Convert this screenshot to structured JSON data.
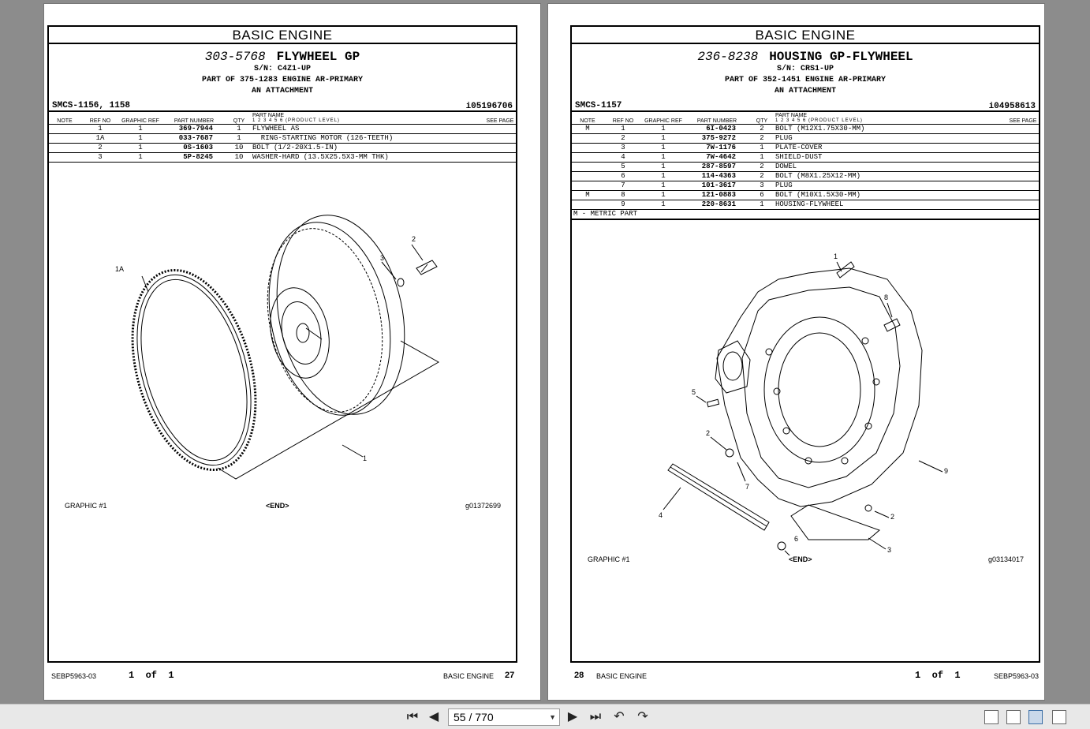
{
  "left_page": {
    "section_title": "BASIC ENGINE",
    "group_number": "303-5768",
    "group_name": "FLYWHEEL GP",
    "serial": "S/N: C4Z1-UP",
    "part_of": "PART OF 375-1283 ENGINE AR-PRIMARY",
    "attachment": "AN ATTACHMENT",
    "smcs": "SMCS-1156, 1158",
    "illustration_id": "i05196706",
    "columns": {
      "note": "NOTE",
      "ref": "REF NO",
      "graphic": "GRAPHIC REF",
      "part_number": "PART NUMBER",
      "qty": "QTY",
      "part_name": "PART NAME",
      "levels": "1 2 3 4 5 6 (PRODUCT LEVEL)",
      "see": "SEE PAGE"
    },
    "rows": [
      {
        "note": "",
        "ref": "1",
        "graphic": "1",
        "part_number": "369-7944",
        "qty": "1",
        "name": "FLYWHEEL AS"
      },
      {
        "note": "",
        "ref": "1A",
        "graphic": "1",
        "part_number": "033-7687",
        "qty": "1",
        "name": "  RING-STARTING MOTOR (126-TEETH)"
      },
      {
        "note": "",
        "ref": "2",
        "graphic": "1",
        "part_number": "0S-1603",
        "qty": "10",
        "name": "BOLT (1/2-20X1.5-IN)"
      },
      {
        "note": "",
        "ref": "3",
        "graphic": "1",
        "part_number": "5P-8245",
        "qty": "10",
        "name": "WASHER-HARD (13.5X25.5X3-MM THK)"
      }
    ],
    "callouts": {
      "c1": "1",
      "c1a": "1A",
      "c2": "2",
      "c3": "3"
    },
    "graphic_label": "GRAPHIC #1",
    "end_label": "<END>",
    "graphic_id": "g01372699",
    "doc_id": "SEBP5963-03",
    "page_of_1": "1",
    "page_of_word": "of",
    "page_of_2": "1",
    "footer_section": "BASIC ENGINE",
    "page_number": "27"
  },
  "right_page": {
    "section_title": "BASIC ENGINE",
    "group_number": "236-8238",
    "group_name": "HOUSING GP-FLYWHEEL",
    "serial": "S/N: CRS1-UP",
    "part_of": "PART OF 352-1451 ENGINE AR-PRIMARY",
    "attachment": "AN ATTACHMENT",
    "smcs": "SMCS-1157",
    "illustration_id": "i04958613",
    "columns": {
      "note": "NOTE",
      "ref": "REF NO",
      "graphic": "GRAPHIC REF",
      "part_number": "PART NUMBER",
      "qty": "QTY",
      "part_name": "PART NAME",
      "levels": "1 2 3 4 5 6 (PRODUCT LEVEL)",
      "see": "SEE PAGE"
    },
    "rows": [
      {
        "note": "M",
        "ref": "1",
        "graphic": "1",
        "part_number": "6I-0423",
        "qty": "2",
        "name": "BOLT (M12X1.75X30-MM)"
      },
      {
        "note": "",
        "ref": "2",
        "graphic": "1",
        "part_number": "375-9272",
        "qty": "2",
        "name": "PLUG"
      },
      {
        "note": "",
        "ref": "3",
        "graphic": "1",
        "part_number": "7W-1176",
        "qty": "1",
        "name": "PLATE-COVER"
      },
      {
        "note": "",
        "ref": "4",
        "graphic": "1",
        "part_number": "7W-4642",
        "qty": "1",
        "name": "SHIELD-DUST"
      },
      {
        "note": "",
        "ref": "5",
        "graphic": "1",
        "part_number": "287-8597",
        "qty": "2",
        "name": "DOWEL"
      },
      {
        "note": "",
        "ref": "6",
        "graphic": "1",
        "part_number": "114-4363",
        "qty": "2",
        "name": "BOLT (M8X1.25X12-MM)"
      },
      {
        "note": "",
        "ref": "7",
        "graphic": "1",
        "part_number": "101-3617",
        "qty": "3",
        "name": "PLUG"
      },
      {
        "note": "M",
        "ref": "8",
        "graphic": "1",
        "part_number": "121-0883",
        "qty": "6",
        "name": "BOLT (M10X1.5X30-MM)"
      },
      {
        "note": "",
        "ref": "9",
        "graphic": "1",
        "part_number": "220-8631",
        "qty": "1",
        "name": "HOUSING-FLYWHEEL"
      }
    ],
    "footnote": "M - METRIC PART",
    "callouts": {
      "c1": "1",
      "c2a": "2",
      "c2b": "2",
      "c3": "3",
      "c4": "4",
      "c5": "5",
      "c6": "6",
      "c7": "7",
      "c8": "8",
      "c9": "9"
    },
    "graphic_label": "GRAPHIC #1",
    "end_label": "<END>",
    "graphic_id": "g03134017",
    "page_number": "28",
    "footer_section": "BASIC ENGINE",
    "page_of_1": "1",
    "page_of_word": "of",
    "page_of_2": "1",
    "doc_id": "SEBP5963-03"
  },
  "toolbar": {
    "first_icon": "first-page-icon",
    "prev_icon": "previous-page-icon",
    "page_display": "55 / 770",
    "next_icon": "next-page-icon",
    "last_icon": "last-page-icon",
    "page_nav": "55 / 770"
  }
}
